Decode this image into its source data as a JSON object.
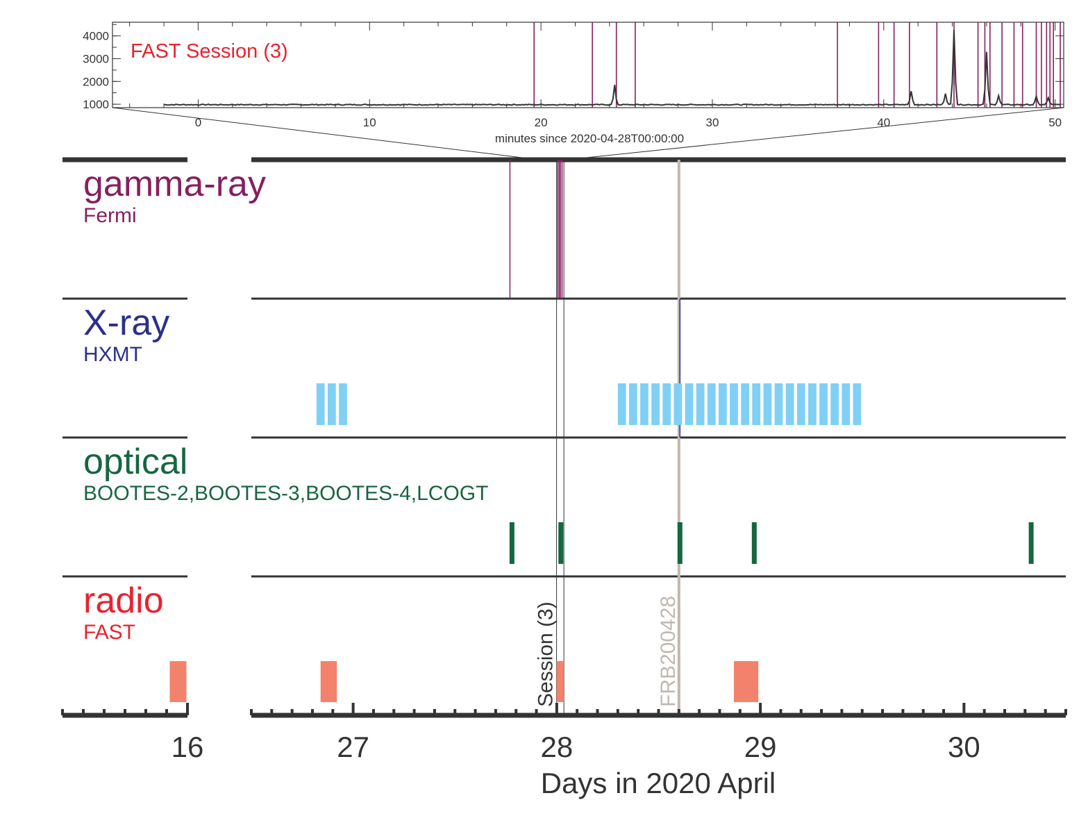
{
  "colors": {
    "gamma": "#86205f",
    "xray": "#2b2f8c",
    "xray_obs": "#7fd0f4",
    "optical": "#166640",
    "radio": "#e8232f",
    "radio_obs": "#f3826c",
    "frb": "#c0b8b0",
    "axis": "#333333",
    "inset_trace": "#333333"
  },
  "chart_data": [
    {
      "type": "line",
      "panel": "inset",
      "annotation": "FAST Session (3)",
      "xlabel": "minutes since 2020-04-28T00:00:00",
      "xlim": [
        -5,
        50.5
      ],
      "ylim": [
        850,
        4600
      ],
      "xticks": [
        0,
        10,
        20,
        30,
        40,
        50
      ],
      "yticks": [
        1000,
        2000,
        3000,
        4000
      ],
      "baseline": 1000,
      "trace_start": -2,
      "peaks": [
        {
          "x": 24.3,
          "y": 1850
        },
        {
          "x": 41.6,
          "y": 1600
        },
        {
          "x": 43.6,
          "y": 1500
        },
        {
          "x": 44.1,
          "y": 4300
        },
        {
          "x": 46.0,
          "y": 3300
        },
        {
          "x": 46.7,
          "y": 1400
        },
        {
          "x": 48.9,
          "y": 1350
        },
        {
          "x": 49.6,
          "y": 1300
        }
      ],
      "event_lines": [
        19.6,
        23.0,
        24.4,
        25.5,
        37.3,
        39.7,
        40.6,
        41.5,
        43.1,
        44.1,
        45.5,
        45.9,
        46.2,
        46.9,
        47.6,
        48.1,
        48.9,
        49.2,
        49.5,
        49.7,
        49.9,
        50.3
      ]
    },
    {
      "type": "timeline",
      "panel": "main",
      "xlabel": "Days in 2020 April",
      "x_segments": [
        {
          "range": [
            15.4,
            16.0
          ],
          "ticks": [
            16
          ]
        },
        {
          "range": [
            26.5,
            30.5
          ],
          "ticks": [
            27,
            28,
            29,
            30
          ]
        }
      ],
      "vertical_markers": [
        {
          "label": "Session (3)",
          "start": 27.999,
          "end": 28.035
        },
        {
          "label": "FRB200428",
          "x": 28.6
        }
      ],
      "tracks": [
        {
          "label": "gamma-ray",
          "instrument": "Fermi",
          "events": [
            27.77,
            28.005,
            28.012,
            28.018,
            28.026
          ]
        },
        {
          "label": "X-ray",
          "instrument": "HXMT",
          "events": [
            28.605
          ],
          "observations": [
            [
              26.82,
              26.86
            ],
            [
              26.875,
              26.915
            ],
            [
              26.93,
              26.97
            ],
            [
              28.3,
              28.34
            ],
            [
              28.355,
              28.395
            ],
            [
              28.41,
              28.45
            ],
            [
              28.465,
              28.505
            ],
            [
              28.52,
              28.56
            ],
            [
              28.575,
              28.615
            ],
            [
              28.63,
              28.67
            ],
            [
              28.685,
              28.725
            ],
            [
              28.74,
              28.78
            ],
            [
              28.795,
              28.835
            ],
            [
              28.85,
              28.89
            ],
            [
              28.905,
              28.945
            ],
            [
              28.96,
              29.0
            ],
            [
              29.015,
              29.055
            ],
            [
              29.07,
              29.11
            ],
            [
              29.125,
              29.165
            ],
            [
              29.18,
              29.22
            ],
            [
              29.235,
              29.275
            ],
            [
              29.29,
              29.33
            ],
            [
              29.345,
              29.385
            ],
            [
              29.4,
              29.44
            ],
            [
              29.455,
              29.495
            ]
          ]
        },
        {
          "label": "optical",
          "instrument": "BOOTES-2,BOOTES-3,BOOTES-4,LCOGT",
          "events": [
            27.78,
            28.02,
            28.605,
            28.97,
            30.33
          ]
        },
        {
          "label": "radio",
          "instrument": "FAST",
          "observations": [
            [
              15.915,
              15.995
            ],
            [
              26.84,
              26.92
            ],
            [
              27.999,
              28.035
            ],
            [
              28.87,
              28.99
            ]
          ]
        }
      ]
    }
  ]
}
